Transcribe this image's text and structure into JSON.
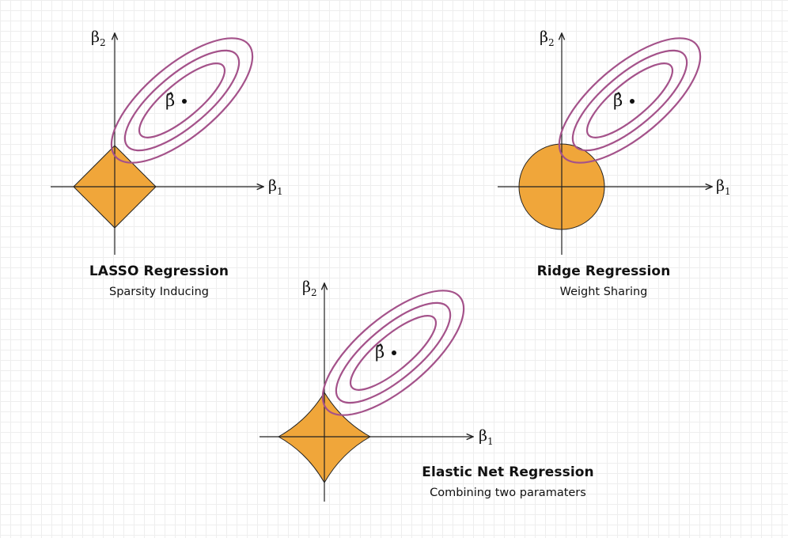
{
  "panels": [
    {
      "title": "LASSO Regression",
      "subtitle": "Sparsity Inducing",
      "constraint_shape": "diamond",
      "axes": {
        "x_label": "β",
        "x_sub": "1",
        "y_label": "β",
        "y_sub": "2"
      },
      "estimate_label": "β̂"
    },
    {
      "title": "Ridge Regression",
      "subtitle": "Weight Sharing",
      "constraint_shape": "circle",
      "axes": {
        "x_label": "β",
        "x_sub": "1",
        "y_label": "β",
        "y_sub": "2"
      },
      "estimate_label": "β̂"
    },
    {
      "title": "Elastic Net Regression",
      "subtitle": "Combining two paramaters",
      "constraint_shape": "rounded-diamond",
      "axes": {
        "x_label": "β",
        "x_sub": "1",
        "y_label": "β",
        "y_sub": "2"
      },
      "estimate_label": "β̂"
    }
  ],
  "colors": {
    "constraint_fill": "#f0a63a",
    "contour_stroke": "#a4528a",
    "grid": "#eeeeee"
  }
}
